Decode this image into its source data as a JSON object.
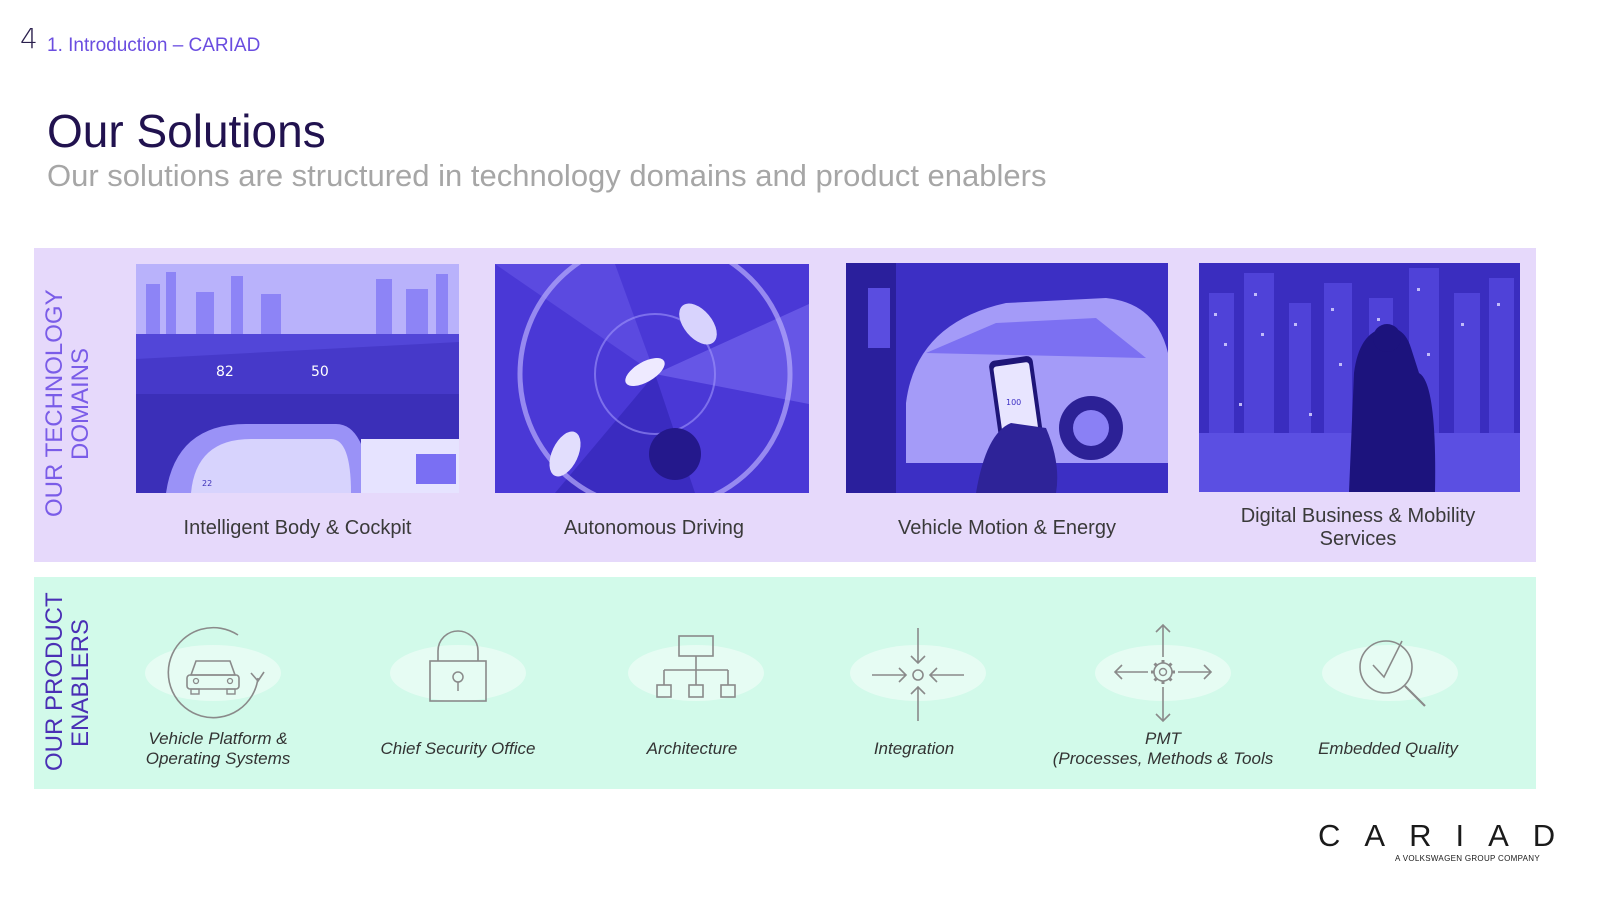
{
  "page": {
    "number": "4",
    "breadcrumb": "1. Introduction – CARIAD",
    "title": "Our Solutions",
    "subtitle": "Our solutions are structured in technology domains and product enablers"
  },
  "technology_domains": {
    "label_line1": "OUR TECHNOLOGY",
    "label_line2": "DOMAINS",
    "items": [
      {
        "caption": "Intelligent Body & Cockpit",
        "image": "car-cockpit-hud",
        "hud_speed": "82",
        "hud_limit": "50",
        "dash_value": "22"
      },
      {
        "caption": "Autonomous Driving",
        "image": "autonomous-cars-radar"
      },
      {
        "caption": "Vehicle Motion & Energy",
        "image": "ev-charging-phone",
        "phone_value": "100"
      },
      {
        "caption": "Digital Business & Mobility Services",
        "image": "city-night-man"
      }
    ]
  },
  "product_enablers": {
    "label_line1": "OUR PRODUCT",
    "label_line2": "ENABLERS",
    "items": [
      {
        "caption_line1": "Vehicle Platform &",
        "caption_line2": "Operating Systems",
        "icon": "car-cycle-icon"
      },
      {
        "caption_line1": "Chief Security Office",
        "caption_line2": "",
        "icon": "padlock-icon"
      },
      {
        "caption_line1": "Architecture",
        "caption_line2": "",
        "icon": "hierarchy-icon"
      },
      {
        "caption_line1": "Integration",
        "caption_line2": "",
        "icon": "converging-arrows-icon"
      },
      {
        "caption_line1": "PMT",
        "caption_line2": "(Processes, Methods & Tools",
        "icon": "gear-arrows-icon"
      },
      {
        "caption_line1": "Embedded Quality",
        "caption_line2": "",
        "icon": "magnifier-check-icon"
      }
    ]
  },
  "logo": {
    "wordmark": "CARIAD",
    "tagline": "A VOLKSWAGEN GROUP COMPANY"
  },
  "colors": {
    "domains_band": "#e6d9fb",
    "enablers_band": "#d2faea",
    "accent_purple": "#6a4de0",
    "image_tint": "#3f2ad1",
    "title": "#21124f"
  }
}
